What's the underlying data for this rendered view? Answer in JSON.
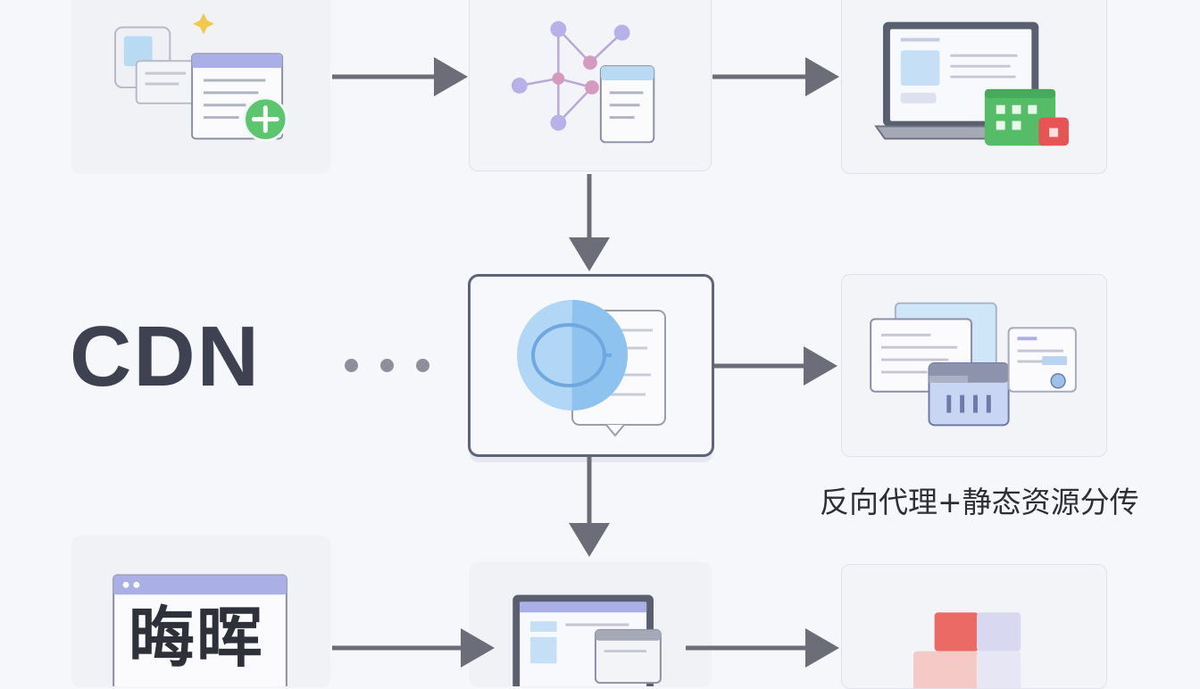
{
  "labels": {
    "cdn": "CDN",
    "proxy_caption": "反向代理+静态资源分传",
    "bottom_keyword": "晦晖"
  },
  "nodes": [
    {
      "id": "add-document",
      "icon": "add-document-icon"
    },
    {
      "id": "network-graph",
      "icon": "network-graph-icon"
    },
    {
      "id": "laptop-app",
      "icon": "laptop-app-icon"
    },
    {
      "id": "cdn-hub",
      "icon": "cdn-node-icon"
    },
    {
      "id": "proxy-windows",
      "icon": "proxy-windows-icon"
    },
    {
      "id": "browser-window",
      "icon": "browser-window-icon"
    },
    {
      "id": "tablet-window",
      "icon": "tablet-window-icon"
    },
    {
      "id": "color-blocks",
      "icon": "color-blocks-icon"
    }
  ],
  "colors": {
    "arrow": "#6b6e78",
    "accent_green": "#52c26b",
    "accent_blue": "#a9d2f5",
    "accent_purple": "#a9a7e0",
    "accent_red": "#e85a5a"
  }
}
